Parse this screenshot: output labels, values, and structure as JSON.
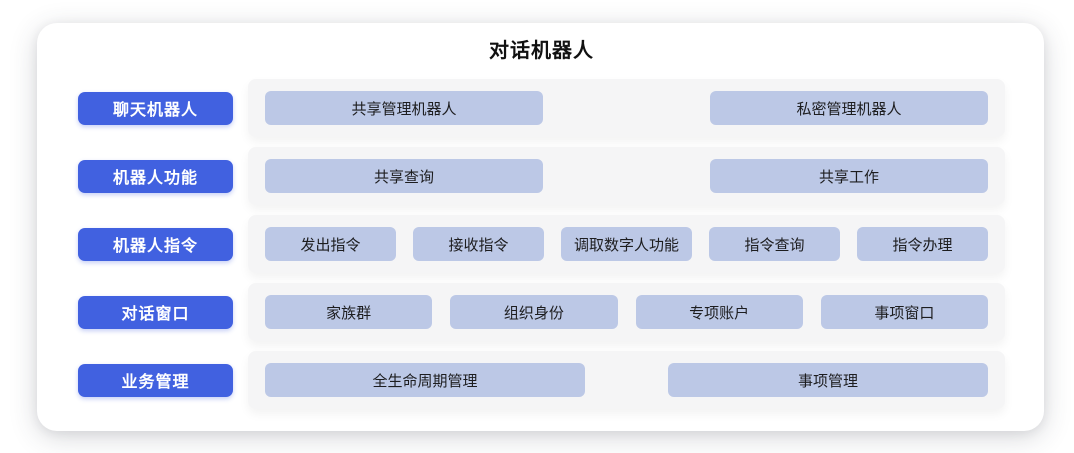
{
  "title": "对话机器人",
  "colors": {
    "category_pill": "#4161e0",
    "item_chip": "#bcc8e6",
    "tray_background": "#f5f5f6",
    "card_background": "#ffffff",
    "title_text": "#111111",
    "chip_text": "#1d1d1f",
    "category_text": "#ffffff"
  },
  "rows": [
    {
      "label": "聊天机器人",
      "items": [
        {
          "label": "共享管理机器人"
        },
        {
          "label": "私密管理机器人"
        }
      ]
    },
    {
      "label": "机器人功能",
      "items": [
        {
          "label": "共享查询"
        },
        {
          "label": "共享工作"
        }
      ]
    },
    {
      "label": "机器人指令",
      "items": [
        {
          "label": "发出指令"
        },
        {
          "label": "接收指令"
        },
        {
          "label": "调取数字人功能"
        },
        {
          "label": "指令查询"
        },
        {
          "label": "指令办理"
        }
      ]
    },
    {
      "label": "对话窗口",
      "items": [
        {
          "label": "家族群"
        },
        {
          "label": "组织身份"
        },
        {
          "label": "专项账户"
        },
        {
          "label": "事项窗口"
        }
      ]
    },
    {
      "label": "业务管理",
      "items": [
        {
          "label": "全生命周期管理"
        },
        {
          "label": "事项管理"
        }
      ]
    }
  ]
}
